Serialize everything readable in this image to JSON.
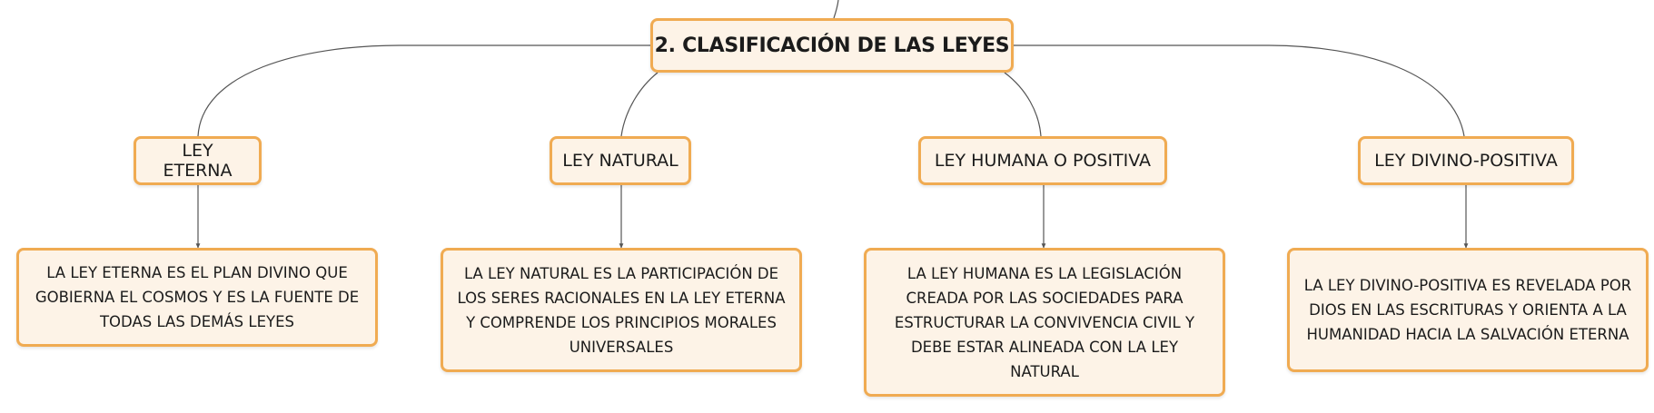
{
  "root": {
    "label": "2. CLASIFICACIÓN DE LAS LEYES"
  },
  "categories": [
    {
      "label": "LEY ETERNA",
      "description": "LA LEY ETERNA ES EL PLAN DIVINO QUE GOBIERNA EL COSMOS Y ES LA FUENTE DE TODAS LAS DEMÁS LEYES"
    },
    {
      "label": "LEY NATURAL",
      "description": "LA LEY NATURAL ES LA PARTICIPACIÓN DE LOS SERES RACIONALES EN LA LEY ETERNA Y COMPRENDE LOS PRINCIPIOS MORALES UNIVERSALES"
    },
    {
      "label": "LEY HUMANA O POSITIVA",
      "description": "LA LEY HUMANA ES LA LEGISLACIÓN CREADA POR LAS SOCIEDADES PARA ESTRUCTURAR LA CONVIVENCIA CIVIL Y DEBE ESTAR ALINEADA CON LA LEY NATURAL"
    },
    {
      "label": "LEY DIVINO-POSITIVA",
      "description": "LA LEY DIVINO-POSITIVA ES REVELADA POR DIOS EN LAS ESCRITURAS Y ORIENTA A LA HUMANIDAD HACIA LA SALVACIÓN ETERNA"
    }
  ],
  "colors": {
    "node_fill": "#fdf3e7",
    "node_border": "#f0ab52",
    "connector": "#555555",
    "text": "#1b1b1b"
  }
}
